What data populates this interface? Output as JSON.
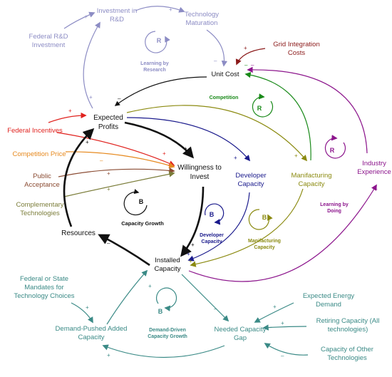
{
  "variables": {
    "investment_rd": "Investment in\nR&D",
    "technology_maturation": "Technology\nMaturation",
    "federal_rd_investment": "Federal R&D\nInvestment",
    "grid_integration_costs": "Grid Integration\nCosts",
    "unit_cost": "Unit Cost",
    "expected_profits": "Expected\nProfits",
    "federal_incentives": "Federal Incentives",
    "competition_price": "Competition Price",
    "public_acceptance": "Public\nAcceptance",
    "complementary_technologies": "Complementary\nTechnologies",
    "willingness_to_invest": "Willingness to\nInvest",
    "developer_capacity": "Developer\nCapacity",
    "manufacturing_capacity": "Manifacturing\nCapacity",
    "industry_experience": "Industry\nExperience",
    "resources": "Resources",
    "installed_capacity": "Installed\nCapacity",
    "federal_state_mandates": "Federal or State\nMandates for\nTechnology Choices",
    "demand_pushed_added_capacity": "Demand-Pushed Added\nCapacity",
    "needed_capacity_gap": "Needed Capacity\nGap",
    "expected_energy_demand": "Expected Energy\nDemand",
    "retiring_capacity": "Retiring Capacity (All\ntechnologies)",
    "capacity_other_technologies": "Capacity of Other\nTechnologies"
  },
  "loops": {
    "learning_by_research": {
      "letter": "R",
      "name": "Learning by\nResearch"
    },
    "competition": {
      "letter": "R",
      "name": "Competition"
    },
    "learning_by_doing": {
      "letter": "R",
      "name": "Learning by\nDoing"
    },
    "capacity_growth": {
      "letter": "B",
      "name": "Capacity Growth"
    },
    "developer_capacity": {
      "letter": "B",
      "name": "Developer\nCapacity"
    },
    "manufacturing_capacity": {
      "letter": "B",
      "name": "Manifacturing\nCapacity"
    },
    "demand_driven": {
      "letter": "B",
      "name": "Demand-Driven\nCapacity Growth"
    }
  },
  "signs": {
    "plus": "+",
    "minus": "–"
  },
  "colors": {
    "research": "#8c8cc4",
    "core": "#111111",
    "incentive": "#e0221e",
    "price": "#e6891e",
    "acceptance": "#8a4b32",
    "complementary": "#7b7d3a",
    "developer": "#1a1a8c",
    "competition": "#1a8a1a",
    "experience": "#8c158c",
    "grid": "#8b1a1a",
    "demand": "#3a8a86",
    "manufacturing": "#8b8a10"
  }
}
